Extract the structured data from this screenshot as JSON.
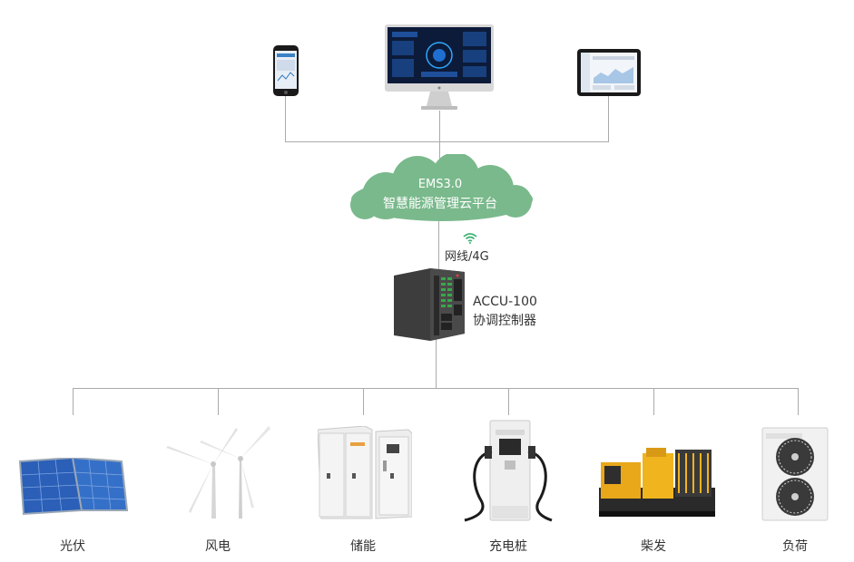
{
  "cloud": {
    "line1": "EMS3.0",
    "line2": "智慧能源管理云平台"
  },
  "network": {
    "label": "网线/4G"
  },
  "controller": {
    "model": "ACCU-100",
    "name": "协调控制器"
  },
  "devices": [
    {
      "label": "光伏",
      "icon": "solar-panel-icon"
    },
    {
      "label": "风电",
      "icon": "wind-turbine-icon"
    },
    {
      "label": "储能",
      "icon": "energy-storage-cabinet-icon"
    },
    {
      "label": "充电桩",
      "icon": "ev-charger-icon"
    },
    {
      "label": "柴发",
      "icon": "diesel-generator-icon"
    },
    {
      "label": "负荷",
      "icon": "hvac-load-icon"
    }
  ],
  "terminals": [
    "phone-icon",
    "monitor-icon",
    "tablet-icon"
  ],
  "colors": {
    "cloud": "#7ab98c",
    "lines": "#aaaaaa",
    "wifi": "#3cb371"
  }
}
